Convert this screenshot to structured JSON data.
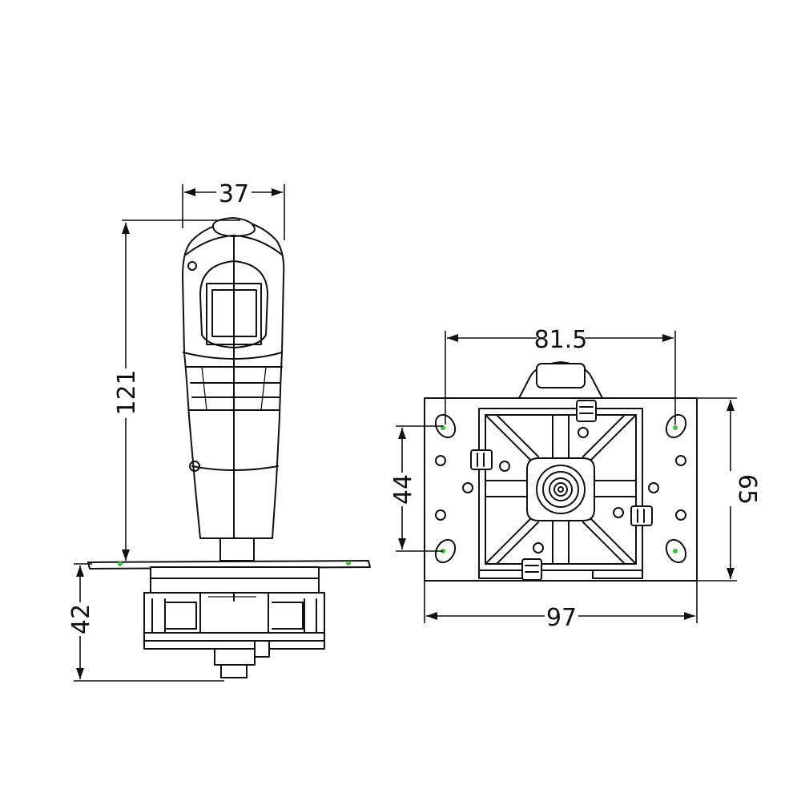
{
  "dimensions": {
    "handle_width": "37",
    "handle_height": "121",
    "base_height": "42",
    "hole_spacing_x": "81.5",
    "hole_spacing_y": "44",
    "plate_height": "65",
    "plate_width": "97"
  }
}
